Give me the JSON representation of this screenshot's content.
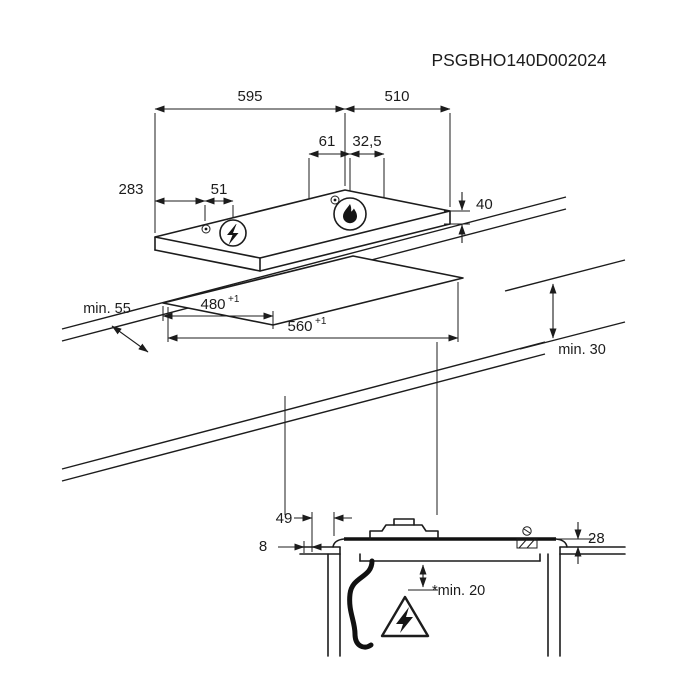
{
  "page": {
    "background": "#ffffff",
    "line_color": "#1c1c1c"
  },
  "header": {
    "product_code": "PSGBHO140D002024"
  },
  "top_view": {
    "dim_width": "595",
    "dim_depth": "510",
    "dim_burner_offset_a": "61",
    "dim_burner_offset_b": "32,5",
    "dim_connection_offset_a": "283",
    "dim_connection_offset_b": "51",
    "dim_thickness": "40",
    "icons": {
      "gas_burner": "flame-icon",
      "electrical_connection": "high-voltage-icon",
      "reference_points": "center-mark-icon"
    }
  },
  "cutout_view": {
    "dim_depth_value": "480",
    "dim_depth_tolerance": "+1",
    "dim_width_value": "560",
    "dim_width_tolerance": "+1",
    "clearance_front": "min. 55",
    "clearance_rear": "min. 30"
  },
  "section_view": {
    "dim_overhang": "8",
    "dim_edge_to_burner": "49",
    "dim_height_above_worktop": "28",
    "clearance_note": "*min. 20",
    "icons": {
      "hazard": "electric-hazard-triangle-icon"
    }
  }
}
